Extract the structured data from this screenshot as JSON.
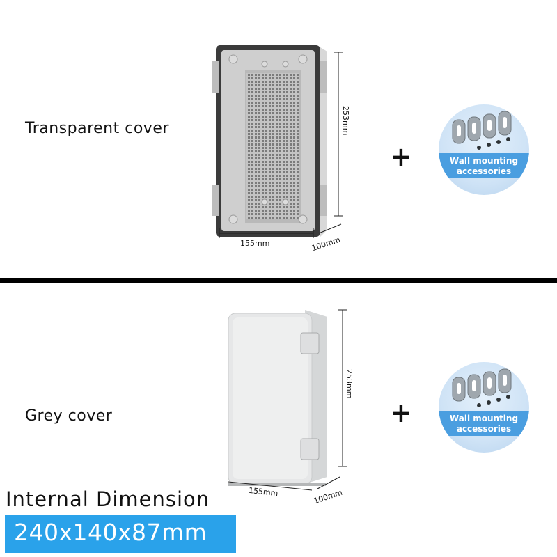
{
  "top_panel": {
    "label": "Transparent cover",
    "height_dim": "253mm",
    "width_dim": "155mm",
    "depth_dim": "100mm",
    "plus": "+",
    "accessory_text_line1": "Wall mounting",
    "accessory_text_line2": "accessories"
  },
  "bottom_panel": {
    "label": "Grey cover",
    "height_dim": "253mm",
    "width_dim": "155mm",
    "depth_dim": "100mm",
    "plus": "+",
    "accessory_text_line1": "Wall mounting",
    "accessory_text_line2": "accessories"
  },
  "internal": {
    "title": "Internal Dimension",
    "value": "240x140x87mm"
  },
  "colors": {
    "accent_blue": "#2aa2ea",
    "divider": "#000000"
  }
}
